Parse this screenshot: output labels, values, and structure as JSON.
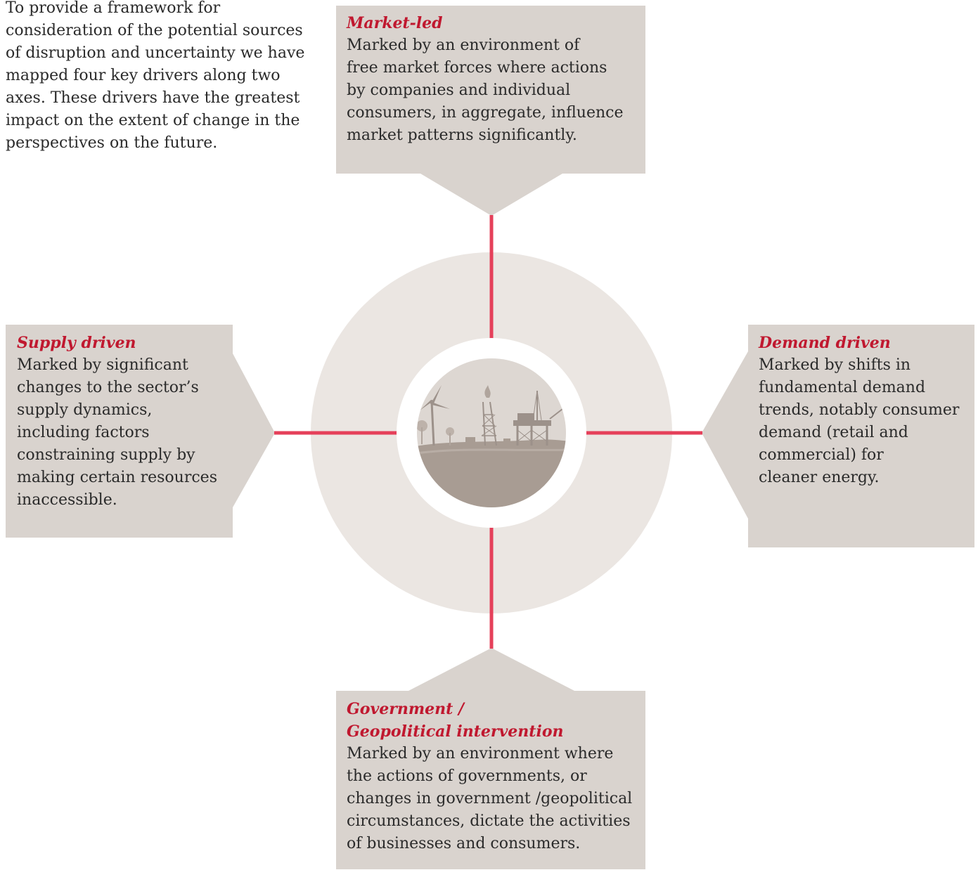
{
  "intro": {
    "text": "To provide a framework for\nconsideration of the potential sources\nof disruption and uncertainty we have\nmapped four key drivers along two\naxes. These drivers have the greatest\nimpact on the extent of change in the\nperspectives on the future."
  },
  "drivers": {
    "top": {
      "title": "Market-led",
      "description": "Marked by an environment of\nfree market forces where actions\nby companies and individual\nconsumers, in aggregate, influence\nmarket patterns significantly."
    },
    "left": {
      "title": "Supply driven",
      "description": "Marked by significant\nchanges to the sector’s\nsupply dynamics,\nincluding factors\nconstraining supply by\nmaking certain resources\ninaccessible."
    },
    "right": {
      "title": "Demand driven",
      "description": "Marked by shifts in\nfundamental demand\ntrends, notably consumer\ndemand (retail and\ncommercial) for\ncleaner energy."
    },
    "bottom": {
      "title": "Government /\nGeopolitical intervention",
      "description": "Marked by an environment where\nthe actions of governments, or\nchanges in government /geopolitical\ncircumstances, dictate the activities\nof businesses and consumers."
    }
  },
  "colors": {
    "accent": "#c0182f",
    "axis": "#e5405a",
    "panel": "#d9d3ce",
    "outer_ring": "#ebe6e2",
    "inner_disc": "#a89c93",
    "sky": "#ddd7d2"
  },
  "icons": {
    "center": "energy-landscape-icon"
  }
}
